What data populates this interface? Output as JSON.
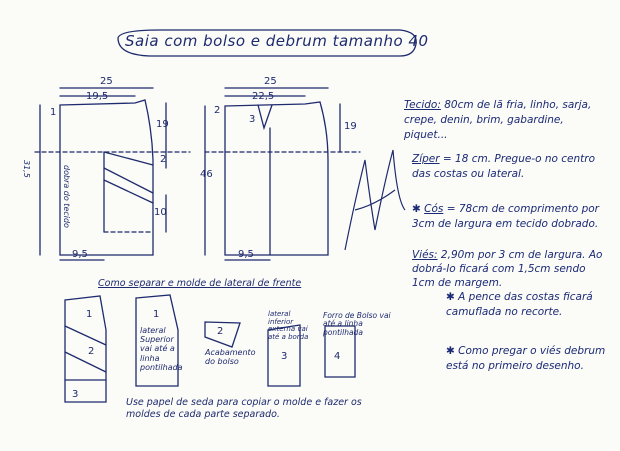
{
  "title": "Saia com bolso e debrum tamanho 40",
  "front": {
    "top_width": "25",
    "waist_width": "19,5",
    "hip_depth": "19",
    "pocket_mark": "2",
    "pocket_depth": "10",
    "side_top": "1",
    "center_label": "dobra do tecido",
    "side_length": "31,5",
    "hem_width": "9,5"
  },
  "back": {
    "top_width": "25",
    "waist_width": "22,5",
    "hip_depth": "19",
    "dart_depth": "3",
    "side_top": "2",
    "length": "46",
    "hem_width": "9,5"
  },
  "section_heading": "Como separar e molde de lateral de frente",
  "pieces": [
    {
      "label": "1"
    },
    {
      "label": "2"
    },
    {
      "label": "3"
    },
    {
      "label": "lateral Superior vai até a linha pontilhada",
      "num": "1"
    },
    {
      "label": "Acabamento do bolso",
      "num": "2"
    },
    {
      "label": "lateral inferior externa vai até a borda",
      "num": "3"
    },
    {
      "label": "Forro de Bolso vai até a linha pontilhada",
      "num": "4"
    }
  ],
  "notes": {
    "tecido_label": "Tecido:",
    "tecido": "80cm de lã fria, linho, sarja, crepe, denin, brim, gabardine, piquet...",
    "ziper_label": "Zíper",
    "ziper": "= 18 cm. Pregue-o no centro das costas ou lateral.",
    "cos_label": "Cós",
    "cos": "= 78cm de comprimento por 3cm de largura em tecido dobrado.",
    "vies_label": "Viés:",
    "vies": "2,90m por 3 cm de largura. Ao dobrá-lo ficará com 1,5cm sendo 1cm de margem.",
    "note1": "A pence das costas ficará camuflada no recorte.",
    "note2": "Como pregar o viés debrum está no primeiro desenho."
  },
  "bottom_note": "Use papel de seda para copiar o molde e fazer os moldes de cada parte separado."
}
